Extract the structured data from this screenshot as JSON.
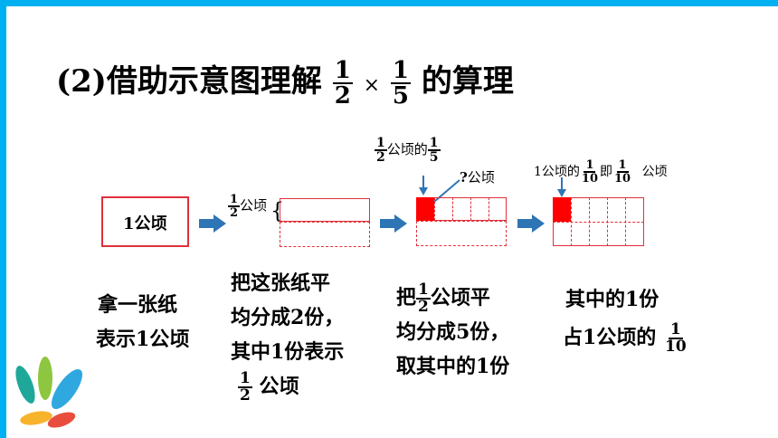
{
  "colors": {
    "bar": "#00b0f0",
    "box_line": "#e0303a",
    "fill": "#ff0000",
    "arrow": "#2e75b6"
  },
  "title": {
    "prefix": "(2)借助示意图理解",
    "frac1_num": "1",
    "frac1_den": "2",
    "times": "×",
    "frac2_num": "1",
    "frac2_den": "5",
    "suffix": "的算理"
  },
  "step1": {
    "box_label": "1公顷",
    "cap1": "拿一张纸",
    "cap2": "表示1公顷"
  },
  "step2": {
    "frac_num": "1",
    "frac_den": "2",
    "unit": "公顷",
    "cap1": "把这张纸平",
    "cap2": "均分成2份，",
    "cap3": "其中1份表示",
    "cap4_num": "1",
    "cap4_den": "2",
    "cap4_unit": "公顷"
  },
  "step3": {
    "top_frac_num": "1",
    "top_frac_den": "2",
    "top_mid": "公顷的",
    "top_frac2_num": "1",
    "top_frac2_den": "5",
    "question": "?",
    "question_unit": "公顷",
    "cap1_prefix": "把",
    "cap1_num": "1",
    "cap1_den": "2",
    "cap1_suffix": "公顷平",
    "cap2": "均分成5份，",
    "cap3": "取其中的1份"
  },
  "step4": {
    "top_prefix": "1公顷的",
    "f1_num": "1",
    "f1_den": "10",
    "mid": "即",
    "f2_num": "1",
    "f2_den": "10",
    "unit": "公顷",
    "cap1": "其中的1份",
    "cap2": "占1公顷的",
    "cap2_num": "1",
    "cap2_den": "10"
  }
}
